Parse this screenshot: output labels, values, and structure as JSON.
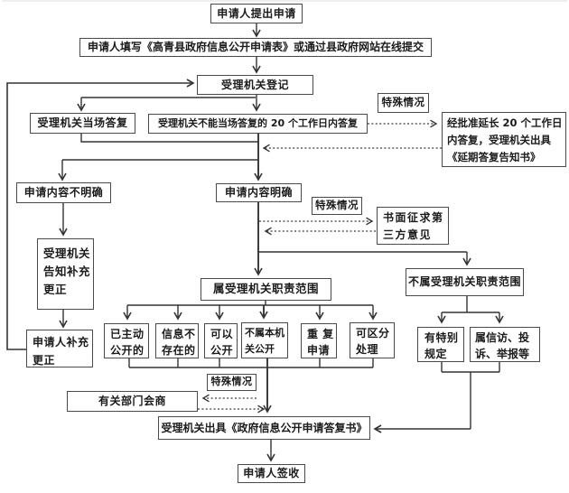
{
  "diagram": {
    "nodes": {
      "submit": {
        "label": "申请人提出申请"
      },
      "fill_form": {
        "label": "申请人填写《高青县政府信息公开申请表》或通过县政府网站在线提交"
      },
      "register": {
        "label": "受理机关登记"
      },
      "onspot_reply": {
        "label": "受理机关当场答复"
      },
      "reply_20days": {
        "label": "受理机关不能当场答复的 20 个工作日内答复"
      },
      "special_case_1": {
        "label": "特殊情况"
      },
      "extension": {
        "label": "经批准延长 20 个工作日\n内答复，受理机关出具\n《延期答复告知书》"
      },
      "unclear": {
        "label": "申请内容不明确"
      },
      "clear": {
        "label": "申请内容明确"
      },
      "special_case_2": {
        "label": "特殊情况"
      },
      "third_party": {
        "label": "书面征求第\n三方意见"
      },
      "notify_supplement": {
        "label": "受理机关\n告知补充\n更正"
      },
      "in_scope": {
        "label": "属受理机关职责范围"
      },
      "out_of_scope": {
        "label": "不属受理机关职责范围"
      },
      "supplement": {
        "label": "申请人补充\n更正"
      },
      "already_public": {
        "label": "已主动\n公开的"
      },
      "not_exist": {
        "label": "信息不\n存在的"
      },
      "can_public": {
        "label": "可以\n公开"
      },
      "not_this_org": {
        "label": "不属本机\n关公开"
      },
      "repeat_apply": {
        "label": "重 复\n申请"
      },
      "separable": {
        "label": "可区分\n处理"
      },
      "special_case_3": {
        "label": "特殊情况"
      },
      "consult": {
        "label": "有关部门会商"
      },
      "special_rules": {
        "label": "有特别\n规定"
      },
      "petition": {
        "label": "属信访、投\n诉、举报等"
      },
      "reply_doc": {
        "label": "受理机关出具《政府信息公开申请答复书》"
      },
      "sign": {
        "label": "申请人签收"
      }
    },
    "colors": {
      "line": "#333333",
      "box_border": "#4a4a4a",
      "text": "#1b1b1b",
      "background": "#ffffff"
    }
  }
}
